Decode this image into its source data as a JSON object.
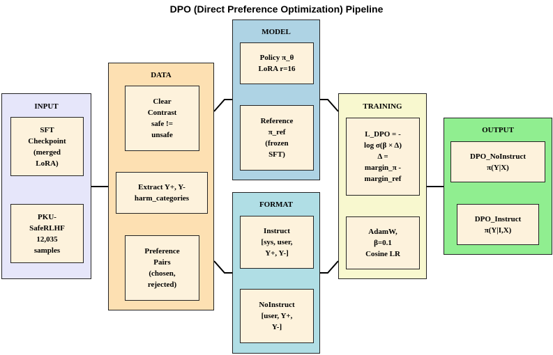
{
  "title": "DPO (Direct Preference Optimization) Pipeline",
  "colors": {
    "input_fill": "#e6e6fa",
    "data_fill": "#fde0b2",
    "model_fill": "#aed3e4",
    "format_fill": "#b0dee5",
    "training_fill": "#f8f8cf",
    "output_fill": "#90ee90",
    "box_fill": "#fdf2dc",
    "line": "#000000"
  },
  "groups": {
    "input": {
      "label": "INPUT",
      "boxes": [
        "SFT\nCheckpoint\n(merged\nLoRA)",
        "PKU-\nSafeRLHF\n12,035\nsamples"
      ]
    },
    "data": {
      "label": "DATA",
      "boxes": [
        "Clear\nContrast\nsafe !=\nunsafe",
        "Extract Y+, Y-\nharm_categories",
        "Preference\nPairs\n(chosen,\nrejected)"
      ]
    },
    "model": {
      "label": "MODEL",
      "boxes": [
        "Policy π_θ\nLoRA r=16",
        "Reference\nπ_ref\n(frozen\nSFT)"
      ]
    },
    "format": {
      "label": "FORMAT",
      "boxes": [
        "Instruct\n[sys, user,\nY+, Y-]",
        "NoInstruct\n[user, Y+,\nY-]"
      ]
    },
    "training": {
      "label": "TRAINING",
      "boxes": [
        "L_DPO = -\nlog σ(β × Δ)\nΔ =\nmargin_π -\nmargin_ref",
        "AdamW,\nβ=0.1\nCosine LR"
      ]
    },
    "output": {
      "label": "OUTPUT",
      "boxes": [
        "DPO_NoInstruct\nπ(Y|X)",
        "DPO_Instruct\nπ(Y|I,X)"
      ]
    }
  }
}
